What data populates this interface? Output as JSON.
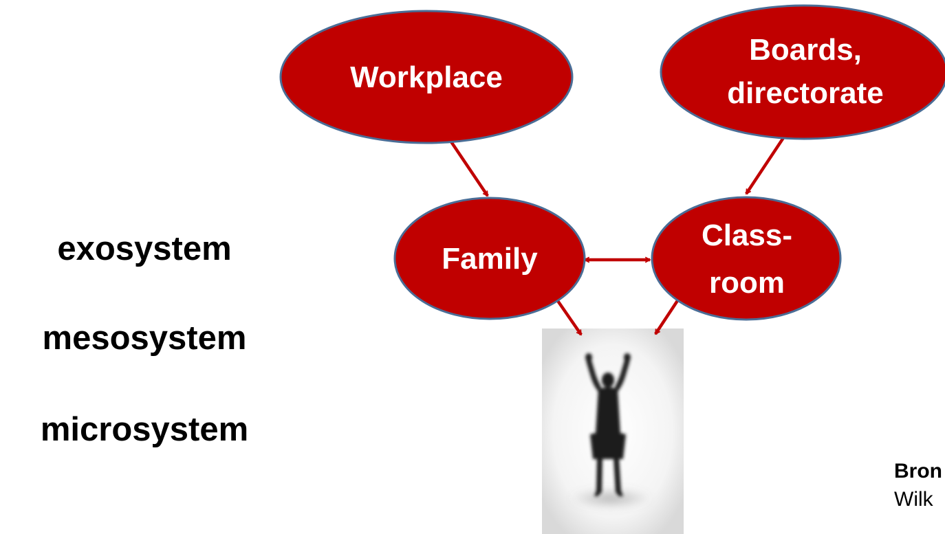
{
  "system_levels": {
    "exosystem": "exosystem",
    "mesosystem": "mesosystem",
    "microsystem": "microsystem"
  },
  "nodes": {
    "workplace": "Workplace",
    "boards_line1": "Boards,",
    "boards_line2": "directorate",
    "family": "Family",
    "classroom_line1": "Class-",
    "classroom_line2": "room"
  },
  "citation": {
    "line1": "Bron",
    "line2": "Wilk"
  },
  "colors": {
    "node_fill": "#c00000",
    "node_stroke": "#4a6d96",
    "arrow": "#c00000",
    "label_text": "#000000"
  },
  "icons": {
    "person": "silhouette-person-arms-raised"
  }
}
